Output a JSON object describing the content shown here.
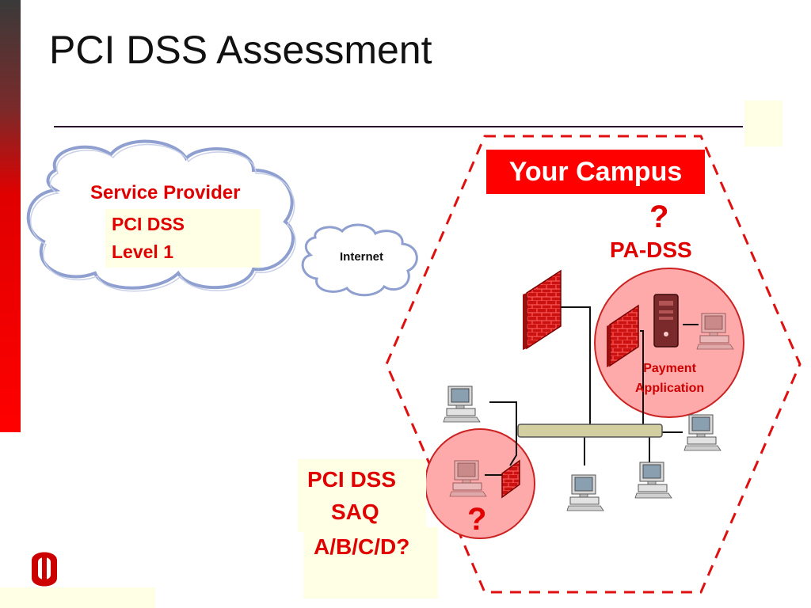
{
  "slide": {
    "title": "PCI DSS Assessment"
  },
  "service_provider": {
    "title": "Service Provider",
    "line1": "PCI DSS",
    "line2": "Level 1"
  },
  "internet": {
    "label": "Internet"
  },
  "campus": {
    "label": "Your Campus",
    "question": "?",
    "padss_label": "PA-DSS",
    "payment_app_line1": "Payment",
    "payment_app_line2": "Application"
  },
  "saq": {
    "line1": "PCI DSS",
    "line2": "SAQ",
    "question": "?",
    "line3": "A/B/C/D?"
  },
  "colors": {
    "accent_red": "#e00000",
    "campus_bg": "#ff0000",
    "circle_fill": "#ffaaaa",
    "note_bg": "#ffffe6"
  },
  "icons": [
    "firewall-icon",
    "server-tower-icon",
    "desktop-computer-icon",
    "cloud-icon",
    "university-logo-icon"
  ]
}
